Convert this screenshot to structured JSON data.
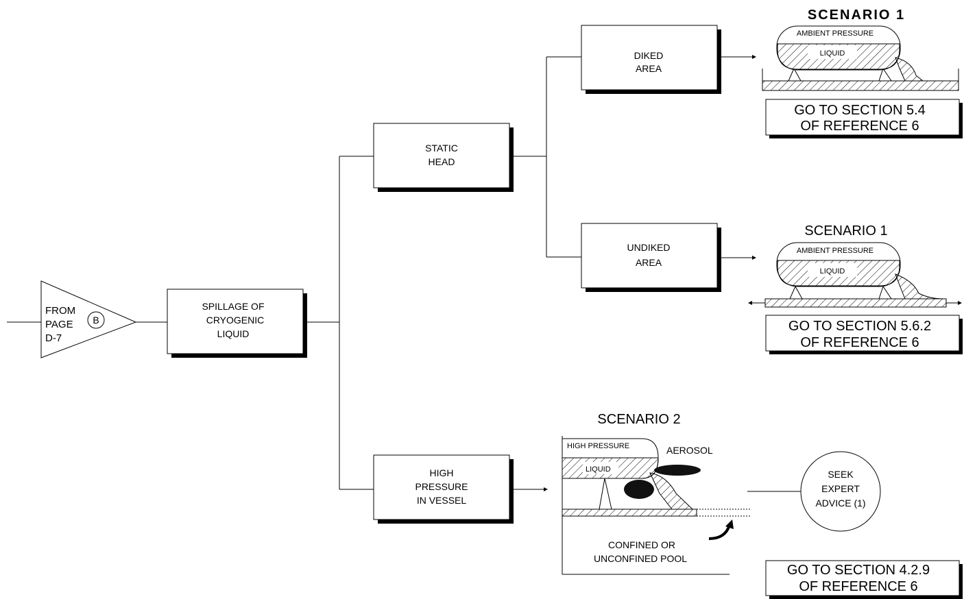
{
  "source": {
    "line1": "FROM",
    "line2": "PAGE",
    "line3": "D-7",
    "connector": "B"
  },
  "nodes": {
    "spillage": [
      "SPILLAGE OF",
      "CRYOGENIC",
      "LIQUID"
    ],
    "static_head": [
      "STATIC",
      "HEAD"
    ],
    "high_pressure": [
      "HIGH",
      "PRESSURE",
      "IN VESSEL"
    ],
    "diked": [
      "DIKED",
      "AREA"
    ],
    "undiked": [
      "UNDIKED",
      "AREA"
    ],
    "seek_advice": [
      "SEEK",
      "EXPERT",
      "ADVICE (1)"
    ]
  },
  "scenarios": {
    "s1_top": {
      "title": "SCENARIO 1",
      "upper_label": "AMBIENT PRESSURE",
      "liquid_label": "LIQUID",
      "reference": [
        "GO TO SECTION 5.4",
        "OF REFERENCE 6"
      ]
    },
    "s1_bottom": {
      "title": "SCENARIO 1",
      "upper_label": "AMBIENT PRESSURE",
      "liquid_label": "LIQUID",
      "reference": [
        "GO TO SECTION 5.6.2",
        "OF REFERENCE 6"
      ]
    },
    "s2": {
      "title": "SCENARIO 2",
      "upper_label": "HIGH PRESSURE",
      "liquid_label": "LIQUID",
      "aerosol_label": "AEROSOL",
      "pool_label": [
        "CONFINED OR",
        "UNCONFINED POOL"
      ],
      "reference": [
        "GO TO SECTION 4.2.9",
        "OF REFERENCE 6"
      ]
    }
  }
}
